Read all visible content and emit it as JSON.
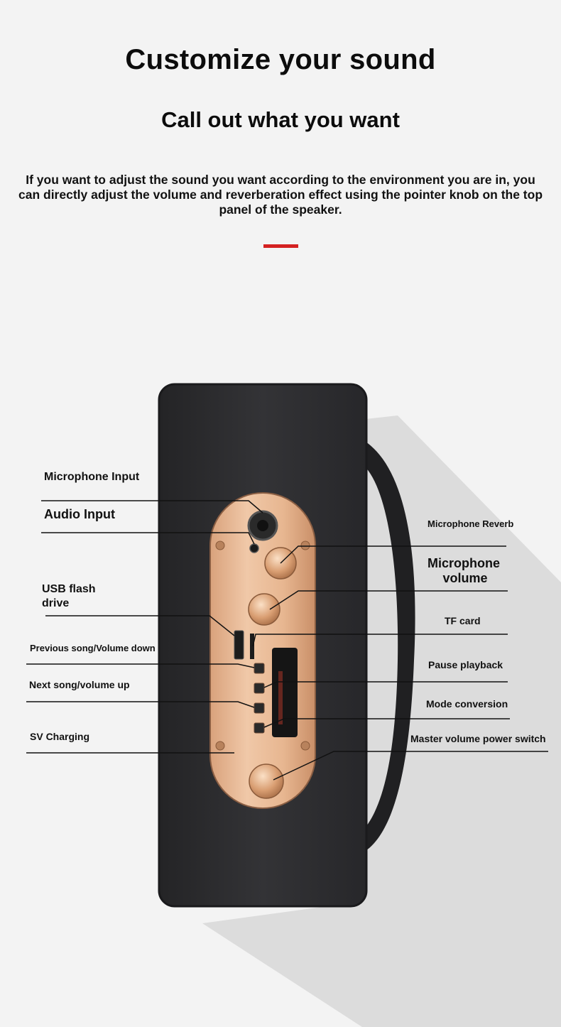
{
  "header": {
    "title": "Customize your sound",
    "subtitle": "Call out what you want",
    "intro": "If you want to adjust the sound you want according to the environment you are in, you can directly adjust the volume and reverberation effect using the pointer knob on the top panel of the speaker.",
    "accent_color": "#d42121"
  },
  "colors": {
    "background": "#f3f3f3",
    "speaker_body": "#2b2b2d",
    "panel_gold": "#e6b48c",
    "shadow": "#d8d8d8",
    "leader_line": "#111111"
  },
  "callouts": {
    "microphone_input": "Microphone Input",
    "audio_input": "Audio Input",
    "usb_flash_drive_line1": "USB flash",
    "usb_flash_drive_line2": "drive",
    "previous_song": "Previous song/Volume down",
    "next_song": "Next song/volume up",
    "sv_charging": "SV Charging",
    "microphone_reverb": "Microphone Reverb",
    "microphone_volume_line1": "Microphone",
    "microphone_volume_line2": "volume",
    "tf_card": "TF card",
    "pause_playback": "Pause playback",
    "mode_conversion": "Mode conversion",
    "master_volume": "Master volume power switch"
  }
}
